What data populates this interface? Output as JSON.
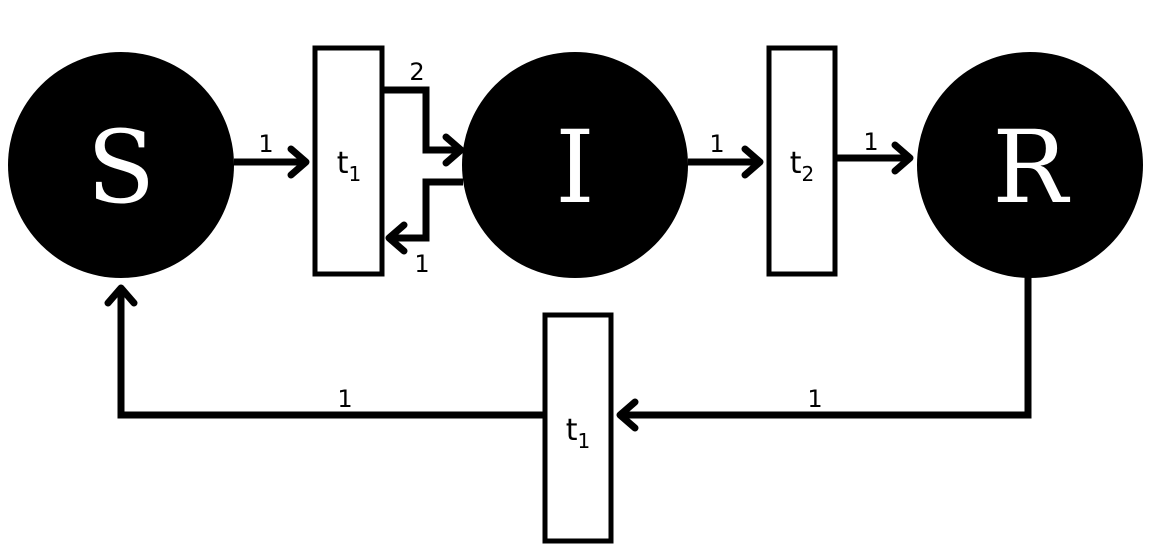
{
  "places": {
    "s": {
      "label": "S"
    },
    "i": {
      "label": "I"
    },
    "r": {
      "label": "R"
    }
  },
  "transitions": {
    "t_infection": {
      "base": "t",
      "sub": "1"
    },
    "t_recovery": {
      "base": "t",
      "sub": "2"
    },
    "t_loss": {
      "base": "t",
      "sub": "1"
    }
  },
  "arc_weights": {
    "s_to_infection": "1",
    "infection_to_i": "2",
    "i_to_infection": "1",
    "i_to_recovery": "1",
    "recovery_to_r": "1",
    "r_to_loss": "1",
    "loss_to_s": "1"
  },
  "colors": {
    "place_fill": "#000000",
    "line": "#000000",
    "transition_fill": "#ffffff"
  }
}
